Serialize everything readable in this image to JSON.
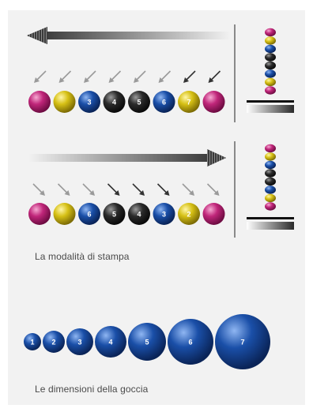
{
  "colors": {
    "magenta": "#c0267a",
    "yellow": "#d6c015",
    "blue": "#1a4fa8",
    "black": "#2b2b2b",
    "panel": "#f2f2f2"
  },
  "print_mode_diagram": {
    "caption": "La modalità di stampa",
    "rows": [
      {
        "direction": "left",
        "dots": [
          {
            "color": "magenta",
            "label": ""
          },
          {
            "color": "yellow",
            "label": ""
          },
          {
            "color": "blue",
            "label": "3"
          },
          {
            "color": "black",
            "label": "4"
          },
          {
            "color": "black",
            "label": "5"
          },
          {
            "color": "blue",
            "label": "6"
          },
          {
            "color": "yellow",
            "label": "7"
          },
          {
            "color": "magenta",
            "label": ""
          }
        ],
        "dark_arrows": [
          6,
          7
        ],
        "stack": [
          "magenta",
          "yellow",
          "blue",
          "black",
          "black",
          "blue",
          "yellow",
          "magenta"
        ]
      },
      {
        "direction": "right",
        "dots": [
          {
            "color": "magenta",
            "label": ""
          },
          {
            "color": "yellow",
            "label": ""
          },
          {
            "color": "blue",
            "label": "6"
          },
          {
            "color": "black",
            "label": "5"
          },
          {
            "color": "black",
            "label": "4"
          },
          {
            "color": "blue",
            "label": "3"
          },
          {
            "color": "yellow",
            "label": "2"
          },
          {
            "color": "magenta",
            "label": ""
          }
        ],
        "dark_arrows": [
          3,
          4,
          5
        ],
        "stack": [
          "magenta",
          "yellow",
          "blue",
          "black",
          "black",
          "blue",
          "yellow",
          "magenta"
        ]
      }
    ]
  },
  "drop_size_diagram": {
    "caption": "Le dimensioni della goccia",
    "drops": [
      {
        "label": "1",
        "size": 1
      },
      {
        "label": "2",
        "size": 2
      },
      {
        "label": "3",
        "size": 3
      },
      {
        "label": "4",
        "size": 4
      },
      {
        "label": "5",
        "size": 5
      },
      {
        "label": "6",
        "size": 6
      },
      {
        "label": "7",
        "size": 7
      }
    ]
  }
}
